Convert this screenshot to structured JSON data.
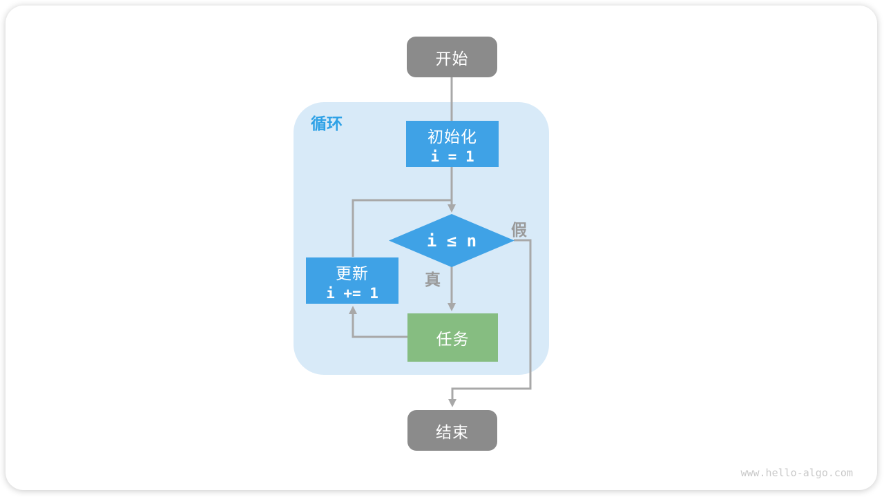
{
  "diagram": {
    "loop_label": "循环",
    "nodes": {
      "start": "开始",
      "init_title": "初始化",
      "init_code": "i = 1",
      "condition": "i ≤ n",
      "update_title": "更新",
      "update_code": "i += 1",
      "task": "任务",
      "end": "结束"
    },
    "edge_labels": {
      "true": "真",
      "false": "假"
    },
    "colors": {
      "process_blue": "#3fa2e6",
      "loop_background": "#d8eaf8",
      "task_green": "#86bd81",
      "terminal_gray": "#8b8b8b",
      "connector_gray": "#a8a8a8",
      "label_gray": "#9a9a9a",
      "loop_label_blue": "#2ea1e6"
    },
    "watermark": "www.hello-algo.com"
  }
}
